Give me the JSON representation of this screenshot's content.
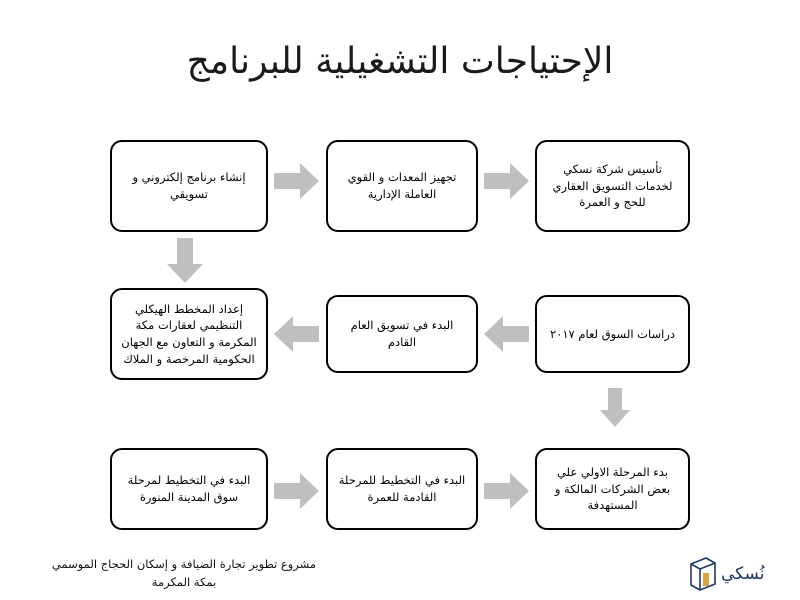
{
  "slide": {
    "title": "الإحتياجات التشغيلية للبرنامج",
    "background_color": "#FFFFFF",
    "text_color": "#000000"
  },
  "flow": {
    "box_border_color": "#000000",
    "arrow_color": "#BFBFBF",
    "rows": [
      {
        "row": 1,
        "direction": "rtl-to-ltr",
        "boxes": [
          {
            "id": "r1c1",
            "text": "تأسيس شركة نسكي لخدمات التسويق العقاري للحج و العمرة"
          },
          {
            "id": "r1c2",
            "text": "تجهيز المعدات و القوي العاملة الإدارية"
          },
          {
            "id": "r1c3",
            "text": "إنشاء برنامج إلكتروني و تسويقي"
          }
        ]
      },
      {
        "row": 2,
        "direction": "ltr-to-rtl",
        "boxes": [
          {
            "id": "r2c1",
            "text": "إعداد المخطط الهيكلي التنظيمي لعقارات مكة المكرمة و التعاون مع الجهان الحكومية المرخصة و الملاك"
          },
          {
            "id": "r2c2",
            "text": "البدء في تسويق العام القادم"
          },
          {
            "id": "r2c3",
            "text": "دراسات السوق لعام ٢٠١٧"
          }
        ]
      },
      {
        "row": 3,
        "direction": "rtl-to-ltr",
        "boxes": [
          {
            "id": "r3c1",
            "text": "البدء في التخطيط لمرحلة سوق المدينة المنورة"
          },
          {
            "id": "r3c2",
            "text": "البدء في التخطيط للمرحلة القادمة للعمرة"
          },
          {
            "id": "r3c3",
            "text": "بدء المرحلة الاولي علي بعض الشركات المالكة و المستهدفة"
          }
        ]
      }
    ],
    "arrows": [
      {
        "id": "a1",
        "direction": "right",
        "icon": "arrow-right-icon"
      },
      {
        "id": "a2",
        "direction": "right",
        "icon": "arrow-right-icon"
      },
      {
        "id": "a3",
        "direction": "down",
        "icon": "arrow-down-icon"
      },
      {
        "id": "a4",
        "direction": "left",
        "icon": "arrow-left-icon"
      },
      {
        "id": "a5",
        "direction": "left",
        "icon": "arrow-left-icon"
      },
      {
        "id": "a6",
        "direction": "down",
        "icon": "arrow-down-icon"
      },
      {
        "id": "a7",
        "direction": "right",
        "icon": "arrow-right-icon"
      },
      {
        "id": "a8",
        "direction": "right",
        "icon": "arrow-right-icon"
      }
    ]
  },
  "footer": {
    "project_line_1": "مشروع تطوير تجارة الضيافة و إسكان الحجاج الموسمي",
    "project_line_2": "بمكة المكرمة",
    "logo": {
      "wordmark": "نُسكي",
      "icon": "cube-kaaba-icon",
      "brand_color": "#1F3864",
      "accent_color": "#D9A441"
    }
  }
}
